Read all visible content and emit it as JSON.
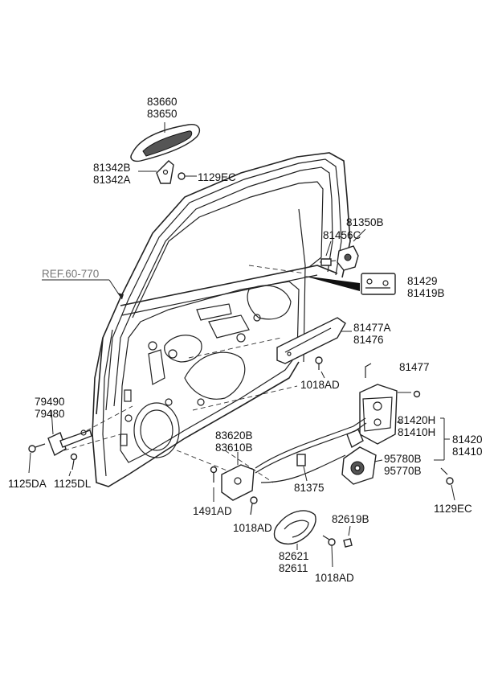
{
  "labels": {
    "p83660": "83660",
    "p83650": "83650",
    "p81342b": "81342B",
    "p81342a": "81342A",
    "p1129ec_top": "1129EC",
    "p81350b": "81350B",
    "p81456c": "81456C",
    "ref": "REF.60-770",
    "p81429": "81429",
    "p81419b": "81419B",
    "p81477a": "81477A",
    "p81476": "81476",
    "p1018ad_mid": "1018AD",
    "p81477": "81477",
    "p79490": "79490",
    "p79480": "79480",
    "p81420h": "81420H",
    "p81410h": "81410H",
    "p81420": "81420",
    "p81410": "81410",
    "p83620b": "83620B",
    "p83610b": "83610B",
    "p95780b": "95780B",
    "p95770b": "95770B",
    "p1125da": "1125DA",
    "p1125dl": "1125DL",
    "p81375": "81375",
    "p1491ad": "1491AD",
    "p1129ec_bot": "1129EC",
    "p1018ad_low": "1018AD",
    "p82619b": "82619B",
    "p82621": "82621",
    "p82611": "82611",
    "p1018ad_bot": "1018AD"
  }
}
